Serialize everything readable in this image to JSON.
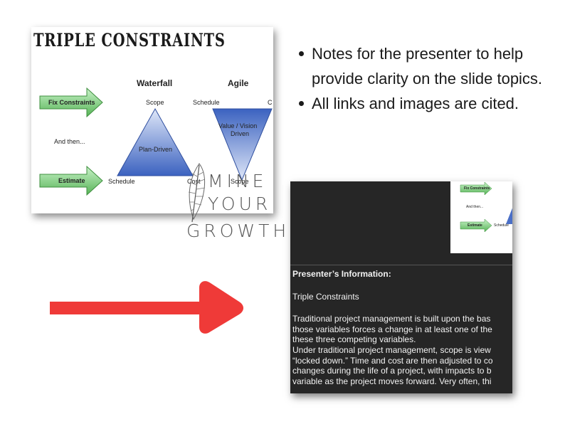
{
  "slide": {
    "title": "TRIPLE CONSTRAINTS",
    "fix_label": "Fix Constraints",
    "and_then": "And then...",
    "estimate_label": "Estimate",
    "waterfall": {
      "heading": "Waterfall",
      "top": "Scope",
      "center": "Plan-Driven",
      "bottom_left": "Schedule",
      "bottom_right": "Cost"
    },
    "agile": {
      "heading": "Agile",
      "top_left": "Schedule",
      "top_right": "C",
      "center_line1": "Value / Vision",
      "center_line2": "Driven",
      "bottom": "Scope"
    }
  },
  "logo": {
    "line1": "MINE",
    "line2": "YOUR",
    "line3": "GROWTH"
  },
  "notes": [
    "Notes for the presenter to help provide clarity on the slide topics.",
    "All links and images are cited."
  ],
  "panel": {
    "mini_fix": "Fix Constraints",
    "mini_and_then": "And then...",
    "mini_estimate": "Estimate",
    "mini_schedule": "Schedule",
    "heading": "Presenter’s Information:",
    "subtitle": "Triple Constraints",
    "lines": [
      "Traditional project management is built upon the bas",
      "those variables forces a change in at least one of the",
      "these three competing variables.",
      "Under traditional project management, scope is view",
      "“locked down.” Time and cost are then adjusted to co",
      "changes during the life of a project, with impacts to b",
      "variable as the project moves forward. Very often, thi"
    ]
  },
  "colors": {
    "arrow_red": "#ef3a38",
    "green_arrow": "#7ed07e",
    "triangle_blue": "#4a6fc7",
    "panel_bg": "#262626"
  }
}
